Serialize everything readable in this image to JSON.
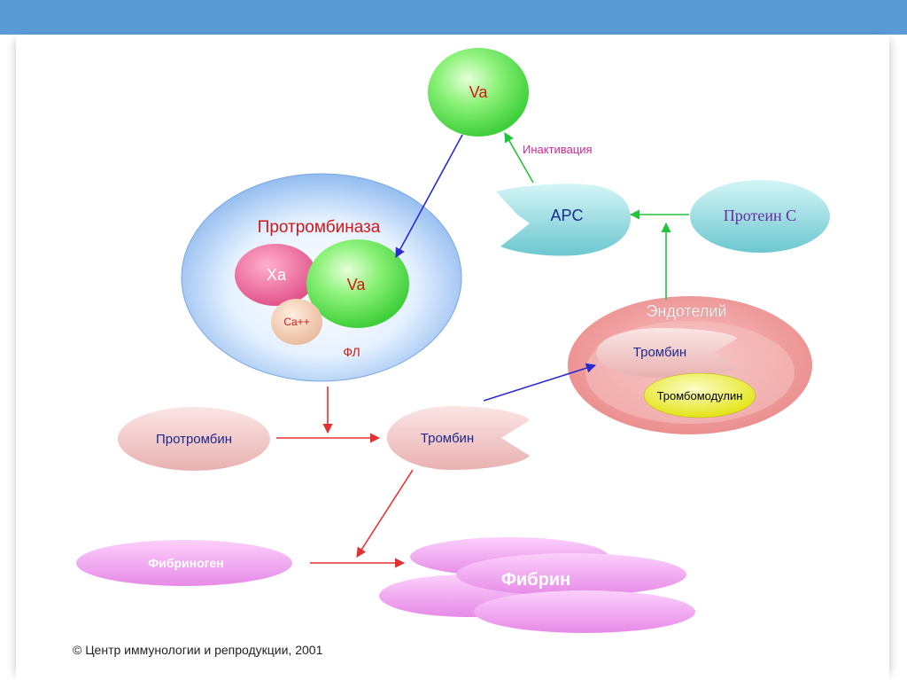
{
  "nodes": {
    "va_top": "Va",
    "prothrombinase": "Протромбиназа",
    "xa": "Xa",
    "va_inner": "Va",
    "ca": "Ca++",
    "fl": "ФЛ",
    "inactivation": "Инактивация",
    "apc": "APC",
    "protein_c": "Протеин С",
    "endothelium": "Эндотелий",
    "thrombin_endo": "Тромбин",
    "thrombomodulin": "Тромбомодулин",
    "prothrombin": "Протромбин",
    "thrombin_main": "Тромбин",
    "fibrinogen": "Фибриноген",
    "fibrin": "Фибрин"
  },
  "footer": {
    "copyright": "© Центр иммунологии и репродукции, 2001"
  },
  "colors": {
    "header": "#5b9bd5",
    "red_arrow": "#e53030",
    "blue_arrow": "#2a2ad0",
    "green_arrow": "#22c43a",
    "label_red": "#d01818",
    "label_navy": "#1e2a8c",
    "label_magenta": "#d0289a"
  }
}
